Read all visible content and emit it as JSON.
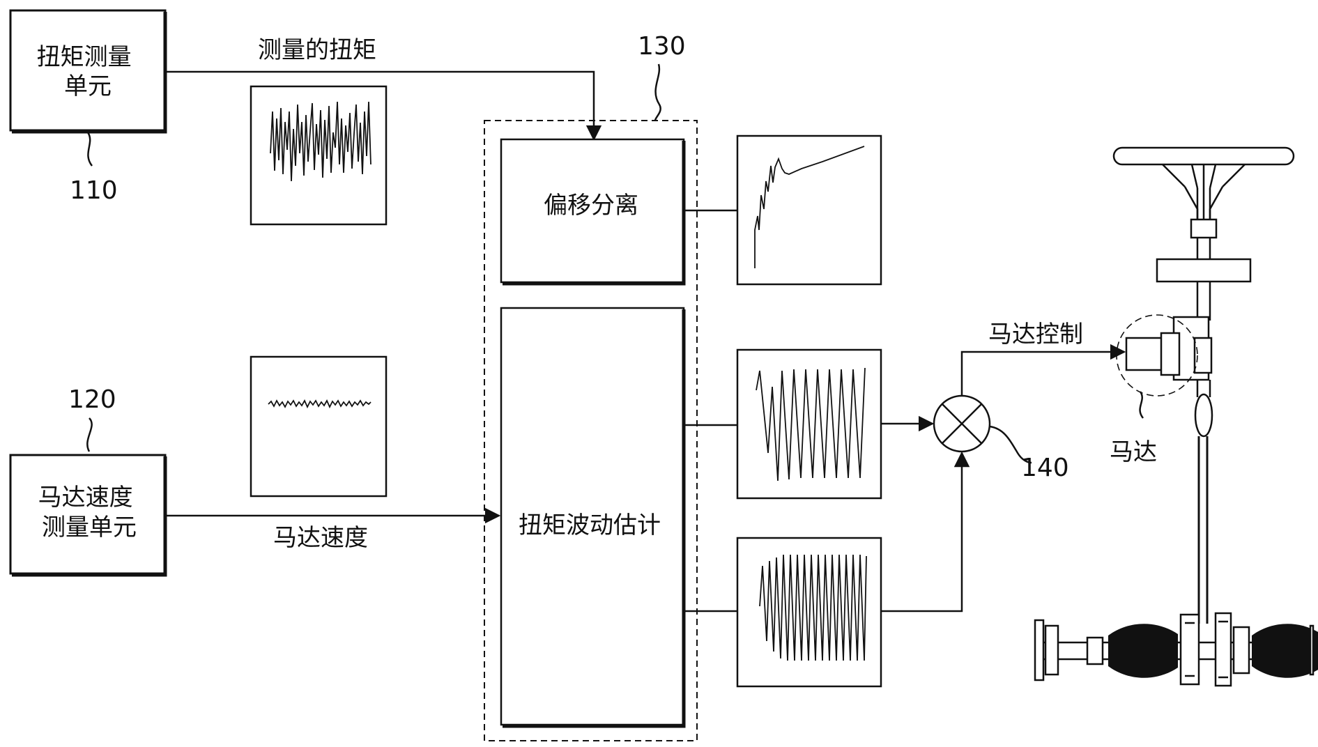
{
  "blocks": {
    "torque_unit": "扭矩测量\n单元",
    "speed_unit": "马达速度\n测量单元",
    "offset_sep": "偏移分离",
    "ripple_est": "扭矩波动估计"
  },
  "signals": {
    "measured_torque": "测量的扭矩",
    "motor_speed": "马达速度",
    "motor_control": "马达控制",
    "motor": "马达"
  },
  "refs": {
    "r110": "110",
    "r120": "120",
    "r130": "130",
    "r140": "140"
  }
}
